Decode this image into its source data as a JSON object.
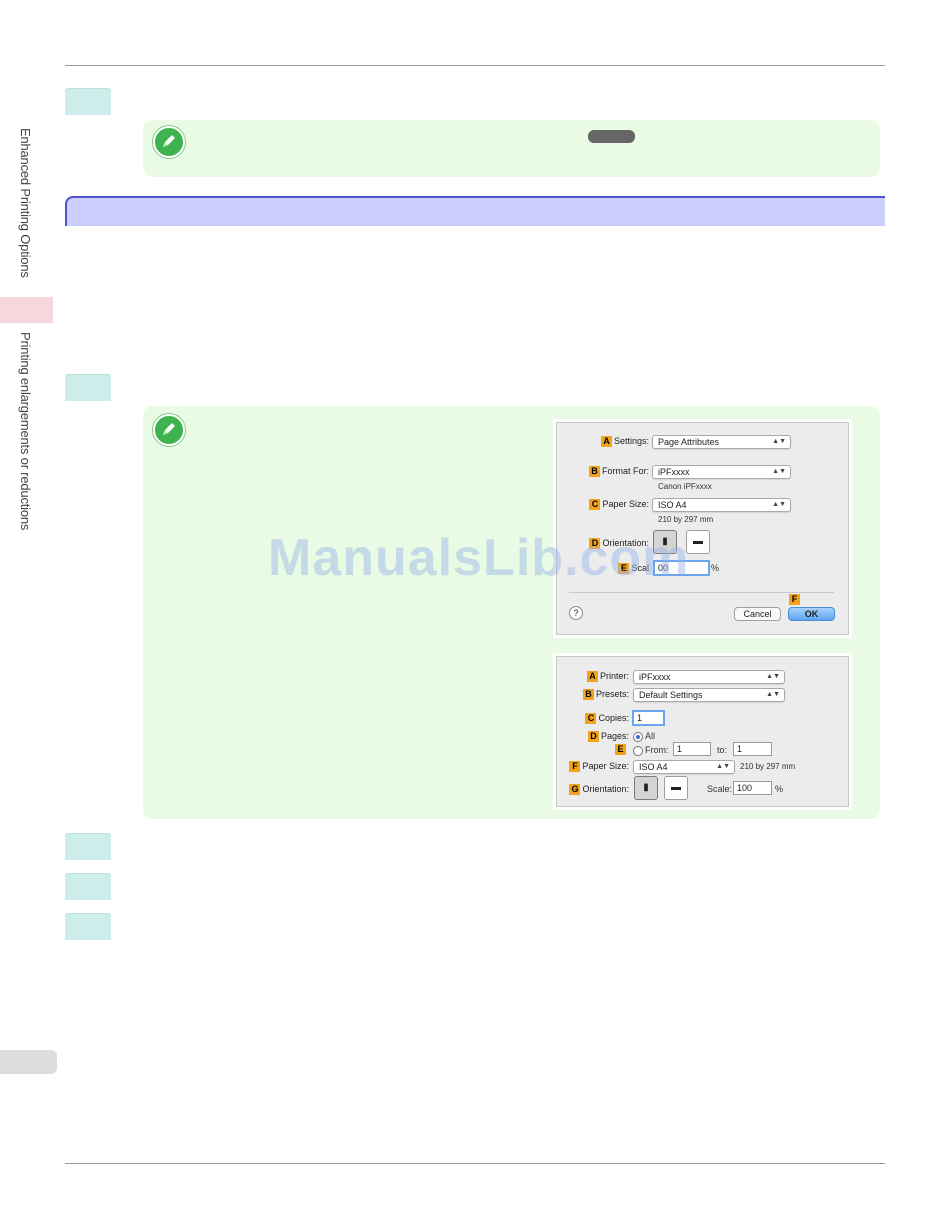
{
  "sidebar": {
    "chapter": "Enhanced Printing Options",
    "section": "Printing enlargements or reductions"
  },
  "note1": {
    "key_label": ""
  },
  "page_setup_dialog": {
    "settings_label": "Settings:",
    "settings_value": "Page Attributes",
    "format_for_label": "Format For:",
    "format_for_value": "iPFxxxx",
    "format_for_sub": "Canon iPFxxxx",
    "paper_size_label": "Paper Size:",
    "paper_size_value": "ISO A4",
    "paper_size_sub": "210 by 297 mm",
    "orientation_label": "Orientation:",
    "scale_label": "Scal",
    "scale_value": "00",
    "scale_unit": "%",
    "cancel_label": "Cancel",
    "ok_label": "OK",
    "help_label": "?",
    "badges": {
      "a": "A",
      "b": "B",
      "c": "C",
      "d": "D",
      "e": "E",
      "f": "F"
    }
  },
  "print_dialog": {
    "printer_label": "Printer:",
    "printer_value": "iPFxxxx",
    "presets_label": "Presets:",
    "presets_value": "Default Settings",
    "copies_label": "Copies:",
    "copies_value": "1",
    "pages_label": "Pages:",
    "pages_all": "All",
    "pages_from": "From:",
    "from_value": "1",
    "to_label": "to:",
    "to_value": "1",
    "paper_size_label": "Paper Size:",
    "paper_size_value": "ISO A4",
    "paper_size_sub": "210 by 297 mm",
    "orientation_label": "Orientation:",
    "scale_label": "Scale:",
    "scale_value": "100",
    "scale_unit": "%",
    "badges": {
      "a": "A",
      "b": "B",
      "c": "C",
      "d": "D",
      "e": "E",
      "f": "F",
      "g": "G"
    }
  },
  "watermark": "ManualsLib.com",
  "colors": {
    "step_tab": "#cdeeea",
    "note_bg": "#e9fbe4",
    "section_bar": "#cccffd",
    "section_border": "#4c56c9",
    "side_tab": "#f8d7dc",
    "badge": "#f2a31b"
  }
}
